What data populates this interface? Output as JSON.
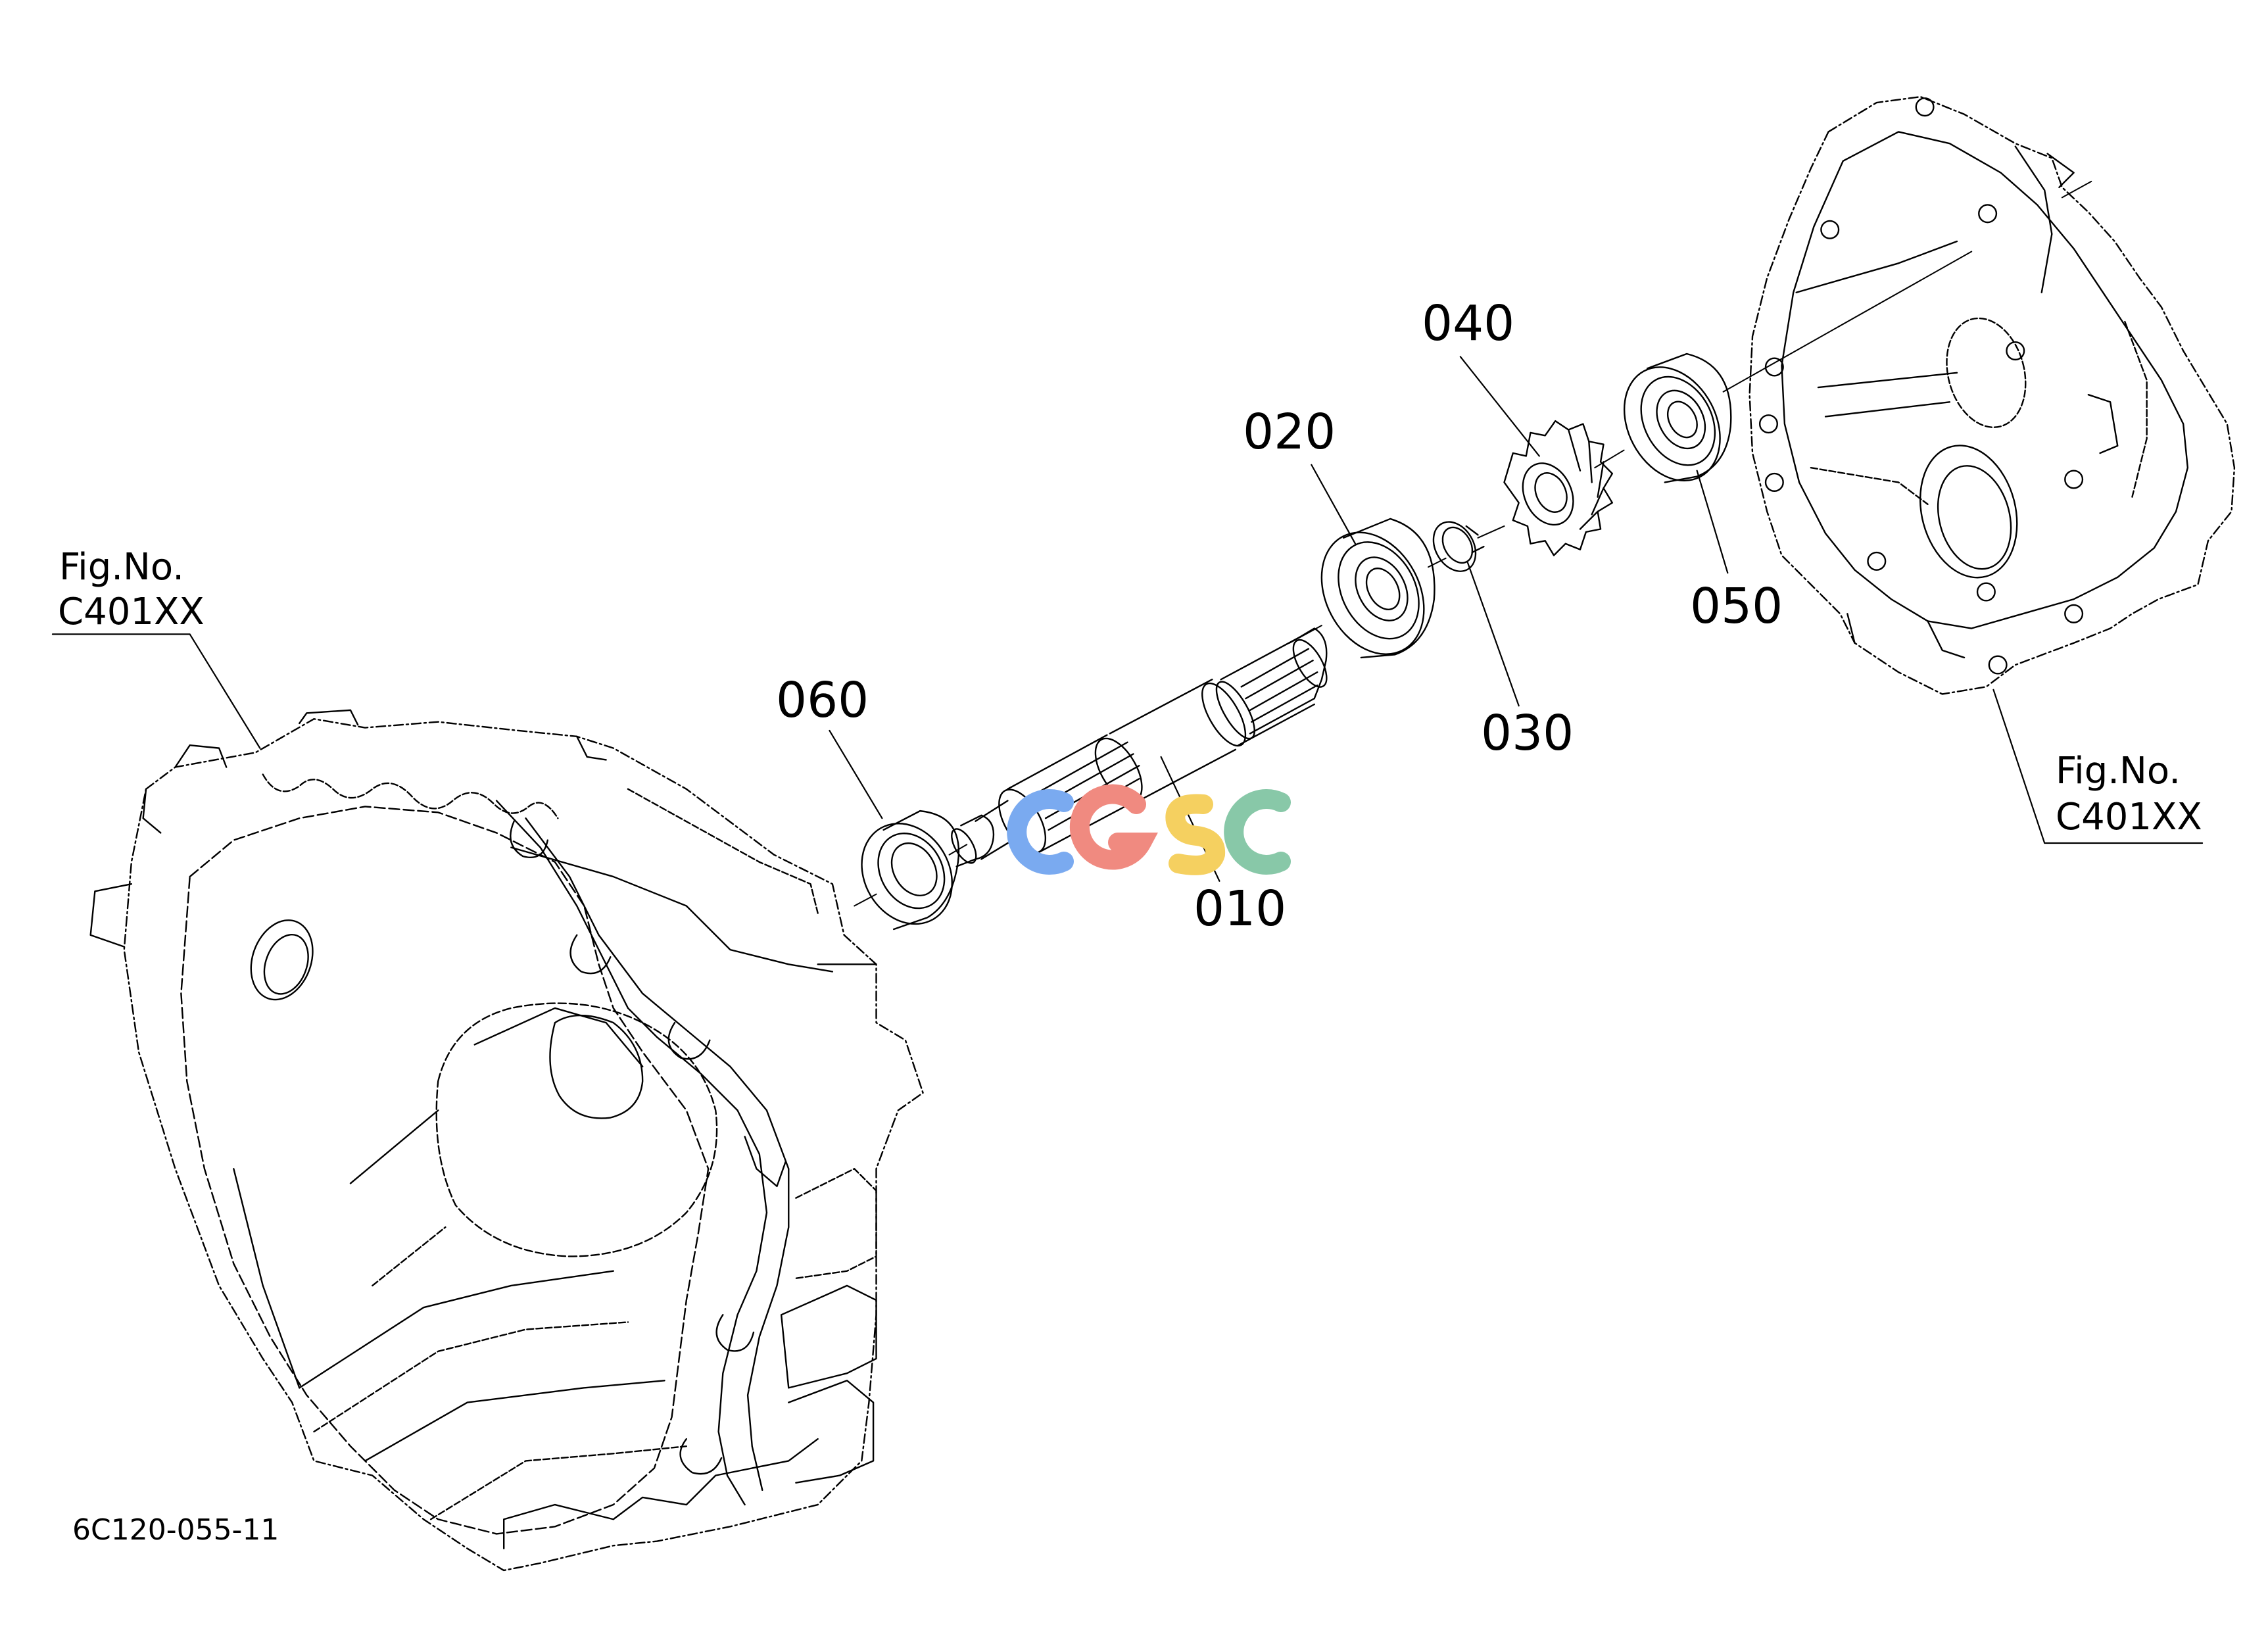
{
  "figure_refs": {
    "left": {
      "line1": "Fig.No.",
      "line2": "C401XX"
    },
    "right": {
      "line1": "Fig.No.",
      "line2": "C401XX"
    }
  },
  "part_labels": {
    "p010": "010",
    "p020": "020",
    "p030": "030",
    "p040": "040",
    "p050": "050",
    "p060": "060"
  },
  "drawing_code": "6C120-055-11",
  "watermark": {
    "letters": [
      "C",
      "G",
      "S",
      "C"
    ],
    "colors": [
      "#7aaaf0",
      "#f08a80",
      "#f5d060",
      "#88c8a8"
    ]
  },
  "colors": {
    "ink": "#000000",
    "background": "#ffffff"
  }
}
